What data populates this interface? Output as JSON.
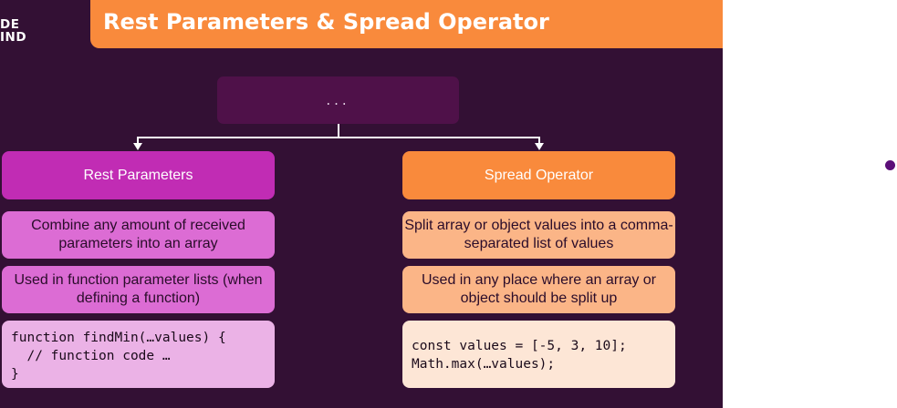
{
  "logo": {
    "line1": "DE",
    "line2": "IND"
  },
  "title": "Rest Parameters & Spread Operator",
  "top_box": "...",
  "rest": {
    "heading": "Rest Parameters",
    "desc1": "Combine any amount of received parameters into an array",
    "desc2": "Used in function parameter lists (when defining a function)",
    "code": "function findMin(…values) {\n  // function code …\n}"
  },
  "spread": {
    "heading": "Spread Operator",
    "desc1": "Split array or object values into a comma-separated list of values",
    "desc2": "Used in any place where an array or object should be split up",
    "code": "const values = [-5, 3, 10];\nMath.max(…values);"
  },
  "colors": {
    "background": "#331034",
    "title_bar": "#f98a3c",
    "rest_heading": "#c12cb4",
    "spread_heading": "#f98a3c"
  }
}
